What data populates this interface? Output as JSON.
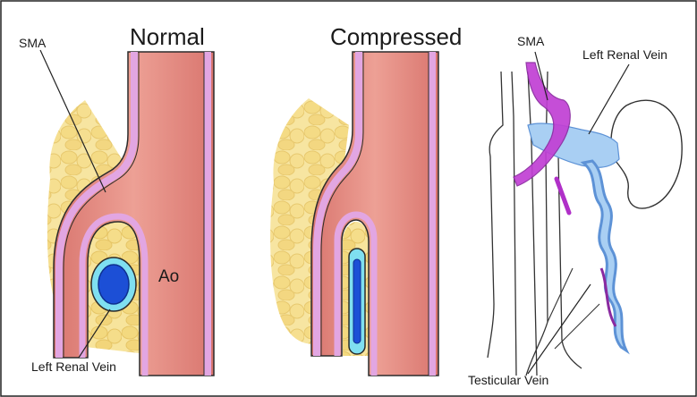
{
  "titles": {
    "normal": "Normal",
    "compressed": "Compressed"
  },
  "labels": {
    "sma_left": "SMA",
    "ao": "Ao",
    "left_renal_vein_bottom": "Left Renal Vein",
    "sma_right": "SMA",
    "left_renal_vein_right": "Left Renal Vein",
    "testicular_vein": "Testicular Vein"
  },
  "colors": {
    "artery_fill": "#e8948b",
    "artery_wall": "#e2a6e2",
    "fat": "#f6e39a",
    "vein_outer": "#7fdff0",
    "vein_inner": "#1c4fd6",
    "vein_light": "#a9cff3",
    "sma_purple": "#c13fd4",
    "outline": "#2b2b2b"
  }
}
